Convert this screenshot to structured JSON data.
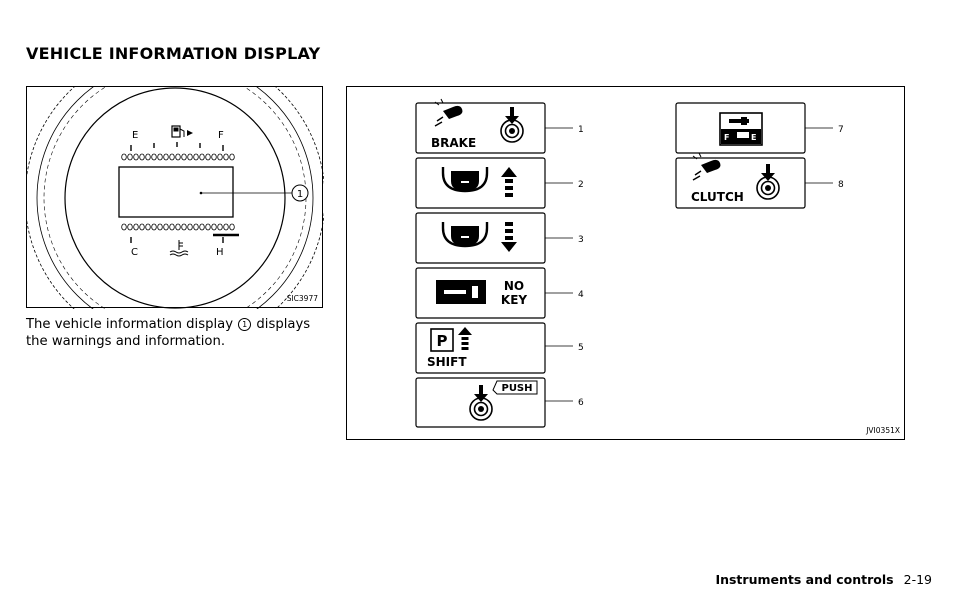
{
  "heading": "VEHICLE INFORMATION DISPLAY",
  "gauge_figure": {
    "code": "SIC3977",
    "callout": "1",
    "labels": {
      "fuel_empty": "E",
      "fuel_full": "F",
      "temp_cold": "C",
      "temp_hot": "H"
    }
  },
  "body": {
    "before": "The vehicle information display",
    "callout": "1",
    "after": "displays the warnings and information."
  },
  "indicator_figure": {
    "code": "JVI0351X",
    "panel_texts": {
      "brake": "BRAKE",
      "no_key_line1": "NO",
      "no_key_line2": "KEY",
      "park": "P",
      "shift": "SHIFT",
      "push": "PUSH",
      "clutch": "CLUTCH",
      "key_f": "F",
      "key_e": "E"
    },
    "callouts": [
      "1",
      "2",
      "3",
      "4",
      "5",
      "6",
      "7",
      "8"
    ]
  },
  "footer": {
    "section": "Instruments and controls",
    "page": "2-19"
  }
}
